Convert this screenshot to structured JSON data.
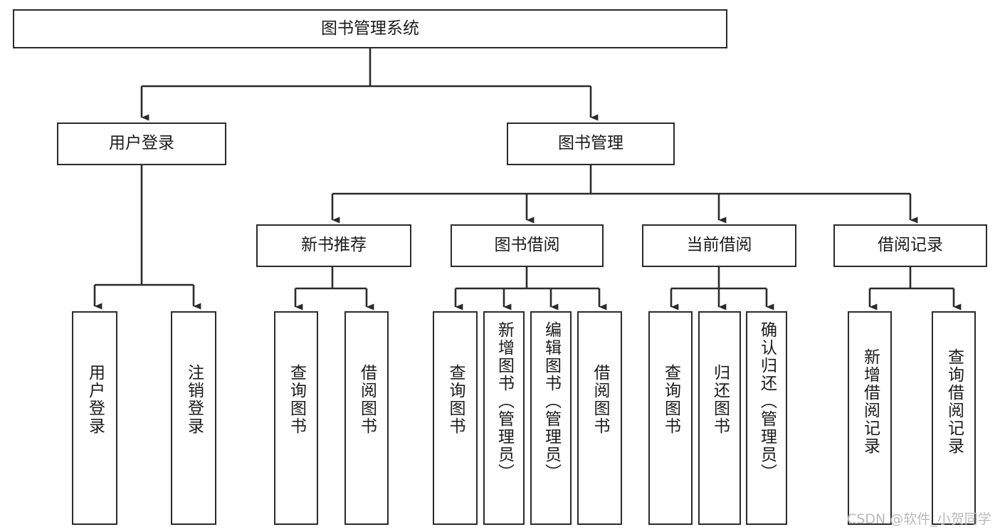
{
  "diagram": {
    "title": "图书管理系统",
    "type": "tree-hierarchy-chart",
    "stroke_color": "#2b2b2b",
    "background_color": "#ffffff",
    "text_color": "#1b1b1b"
  },
  "root": {
    "label": "图书管理系统"
  },
  "level1": [
    {
      "label": "用户登录"
    },
    {
      "label": "图书管理"
    }
  ],
  "level2": [
    {
      "label": "新书推荐"
    },
    {
      "label": "图书借阅"
    },
    {
      "label": "当前借阅"
    },
    {
      "label": "借阅记录"
    }
  ],
  "leaves": {
    "user_login": [
      {
        "label": "用户登录"
      },
      {
        "label": "注销登录"
      }
    ],
    "new_book_recommend": [
      {
        "label": "查询图书"
      },
      {
        "label": "借阅图书"
      }
    ],
    "book_borrow": [
      {
        "label": "查询图书"
      },
      {
        "label": "新增图书（管理员）"
      },
      {
        "label": "编辑图书（管理员）"
      },
      {
        "label": "借阅图书"
      }
    ],
    "current_borrow": [
      {
        "label": "查询图书"
      },
      {
        "label": "归还图书"
      },
      {
        "label": "确认归还（管理员）"
      }
    ],
    "borrow_record": [
      {
        "label": "新增借阅记录"
      },
      {
        "label": "查询借阅记录"
      }
    ]
  },
  "watermark": {
    "text": "CSDN @软件_小贺同学"
  }
}
